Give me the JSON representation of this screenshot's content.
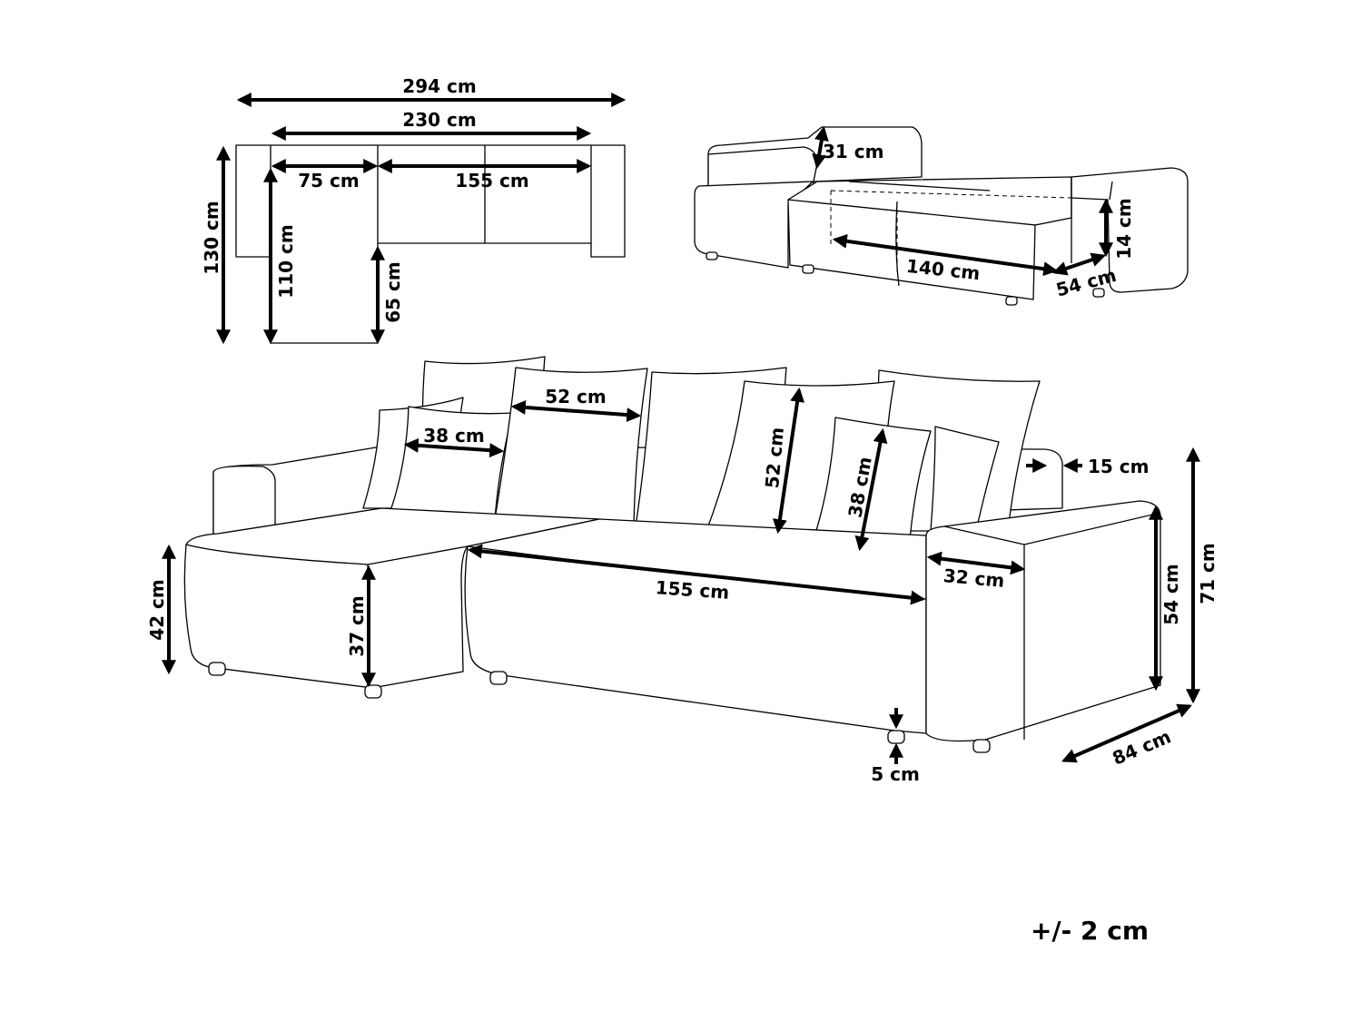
{
  "top_view": {
    "total_width": "294 cm",
    "inner_width": "230 cm",
    "chaise_width": "75 cm",
    "seat_width": "155 cm",
    "total_depth": "130 cm",
    "chaise_depth": "110 cm",
    "seat_depth": "65 cm"
  },
  "bed_view": {
    "backrest_height": "31 cm",
    "bed_height": "14 cm",
    "bed_length": "140 cm",
    "bed_width": "54 cm"
  },
  "front_view": {
    "cushion_large_width": "52 cm",
    "cushion_small_width": "38 cm",
    "cushion_large_height": "52 cm",
    "cushion_small_height": "38 cm",
    "back_thickness": "15 cm",
    "chaise_height": "42 cm",
    "seat_height": "37 cm",
    "seat_width": "155 cm",
    "armrest_width": "32 cm",
    "armrest_height": "54 cm",
    "total_height": "71 cm",
    "depth": "84 cm",
    "leg_height": "5 cm"
  },
  "tolerance": "+/- 2 cm"
}
